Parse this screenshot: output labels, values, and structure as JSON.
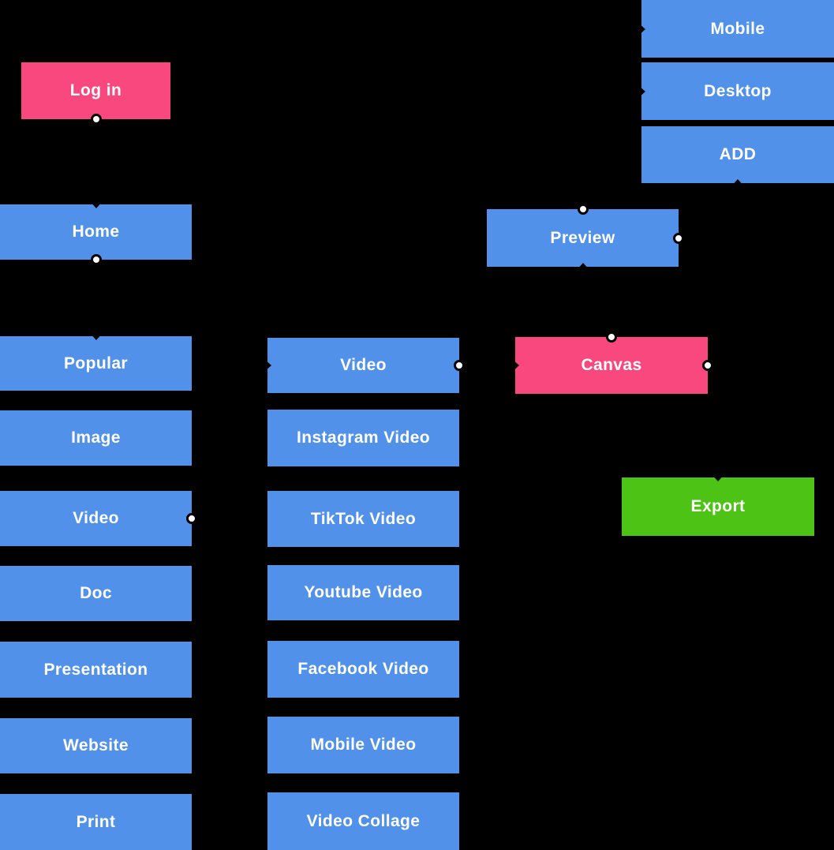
{
  "palette": {
    "background": "#000000",
    "node_blue": "#5291ea",
    "node_pink": "#f8487e",
    "node_green": "#4dc316",
    "text": "#ffffff",
    "port_fill": "#ffffff",
    "port_ring": "#000000",
    "arrow": "#000000"
  },
  "diagram": {
    "type": "flowchart-sitemap",
    "note": "Colored node boxes on black canvas; white circles are connection ports, black carets are arrowheads of connectors"
  },
  "nodes": [
    {
      "id": "login",
      "label": "Log in",
      "color": "pink",
      "ports": [
        "bottom"
      ],
      "arrows": []
    },
    {
      "id": "home",
      "label": "Home",
      "color": "blue",
      "ports": [
        "bottom"
      ],
      "arrows": [
        "top"
      ]
    },
    {
      "id": "popular",
      "label": "Popular",
      "color": "blue",
      "ports": [],
      "arrows": [
        "top"
      ]
    },
    {
      "id": "image",
      "label": "Image",
      "color": "blue",
      "ports": [],
      "arrows": []
    },
    {
      "id": "video-category",
      "label": "Video",
      "color": "blue",
      "ports": [
        "right"
      ],
      "arrows": []
    },
    {
      "id": "doc",
      "label": "Doc",
      "color": "blue",
      "ports": [],
      "arrows": []
    },
    {
      "id": "presentation",
      "label": "Presentation",
      "color": "blue",
      "ports": [],
      "arrows": []
    },
    {
      "id": "website",
      "label": "Website",
      "color": "blue",
      "ports": [],
      "arrows": []
    },
    {
      "id": "print",
      "label": "Print",
      "color": "blue",
      "ports": [],
      "arrows": []
    },
    {
      "id": "video",
      "label": "Video",
      "color": "blue",
      "ports": [
        "right"
      ],
      "arrows": [
        "left"
      ]
    },
    {
      "id": "instagram-video",
      "label": "Instagram Video",
      "color": "blue",
      "ports": [],
      "arrows": []
    },
    {
      "id": "tiktok-video",
      "label": "TikTok Video",
      "color": "blue",
      "ports": [],
      "arrows": []
    },
    {
      "id": "youtube-video",
      "label": "Youtube Video",
      "color": "blue",
      "ports": [],
      "arrows": []
    },
    {
      "id": "facebook-video",
      "label": "Facebook Video",
      "color": "blue",
      "ports": [],
      "arrows": []
    },
    {
      "id": "mobile-video",
      "label": "Mobile Video",
      "color": "blue",
      "ports": [],
      "arrows": []
    },
    {
      "id": "video-collage",
      "label": "Video Collage",
      "color": "blue",
      "ports": [],
      "arrows": []
    },
    {
      "id": "preview",
      "label": "Preview",
      "color": "blue",
      "ports": [
        "top",
        "right"
      ],
      "arrows": [
        "bottom"
      ]
    },
    {
      "id": "canvas",
      "label": "Canvas",
      "color": "pink",
      "ports": [
        "top",
        "right"
      ],
      "arrows": [
        "left"
      ]
    },
    {
      "id": "export",
      "label": "Export",
      "color": "green",
      "ports": [],
      "arrows": [
        "top"
      ]
    },
    {
      "id": "mobile",
      "label": "Mobile",
      "color": "blue",
      "ports": [],
      "arrows": [
        "left"
      ]
    },
    {
      "id": "desktop",
      "label": "Desktop",
      "color": "blue",
      "ports": [],
      "arrows": [
        "left"
      ]
    },
    {
      "id": "add",
      "label": "ADD",
      "color": "blue",
      "ports": [],
      "arrows": [
        "bottom"
      ]
    }
  ]
}
